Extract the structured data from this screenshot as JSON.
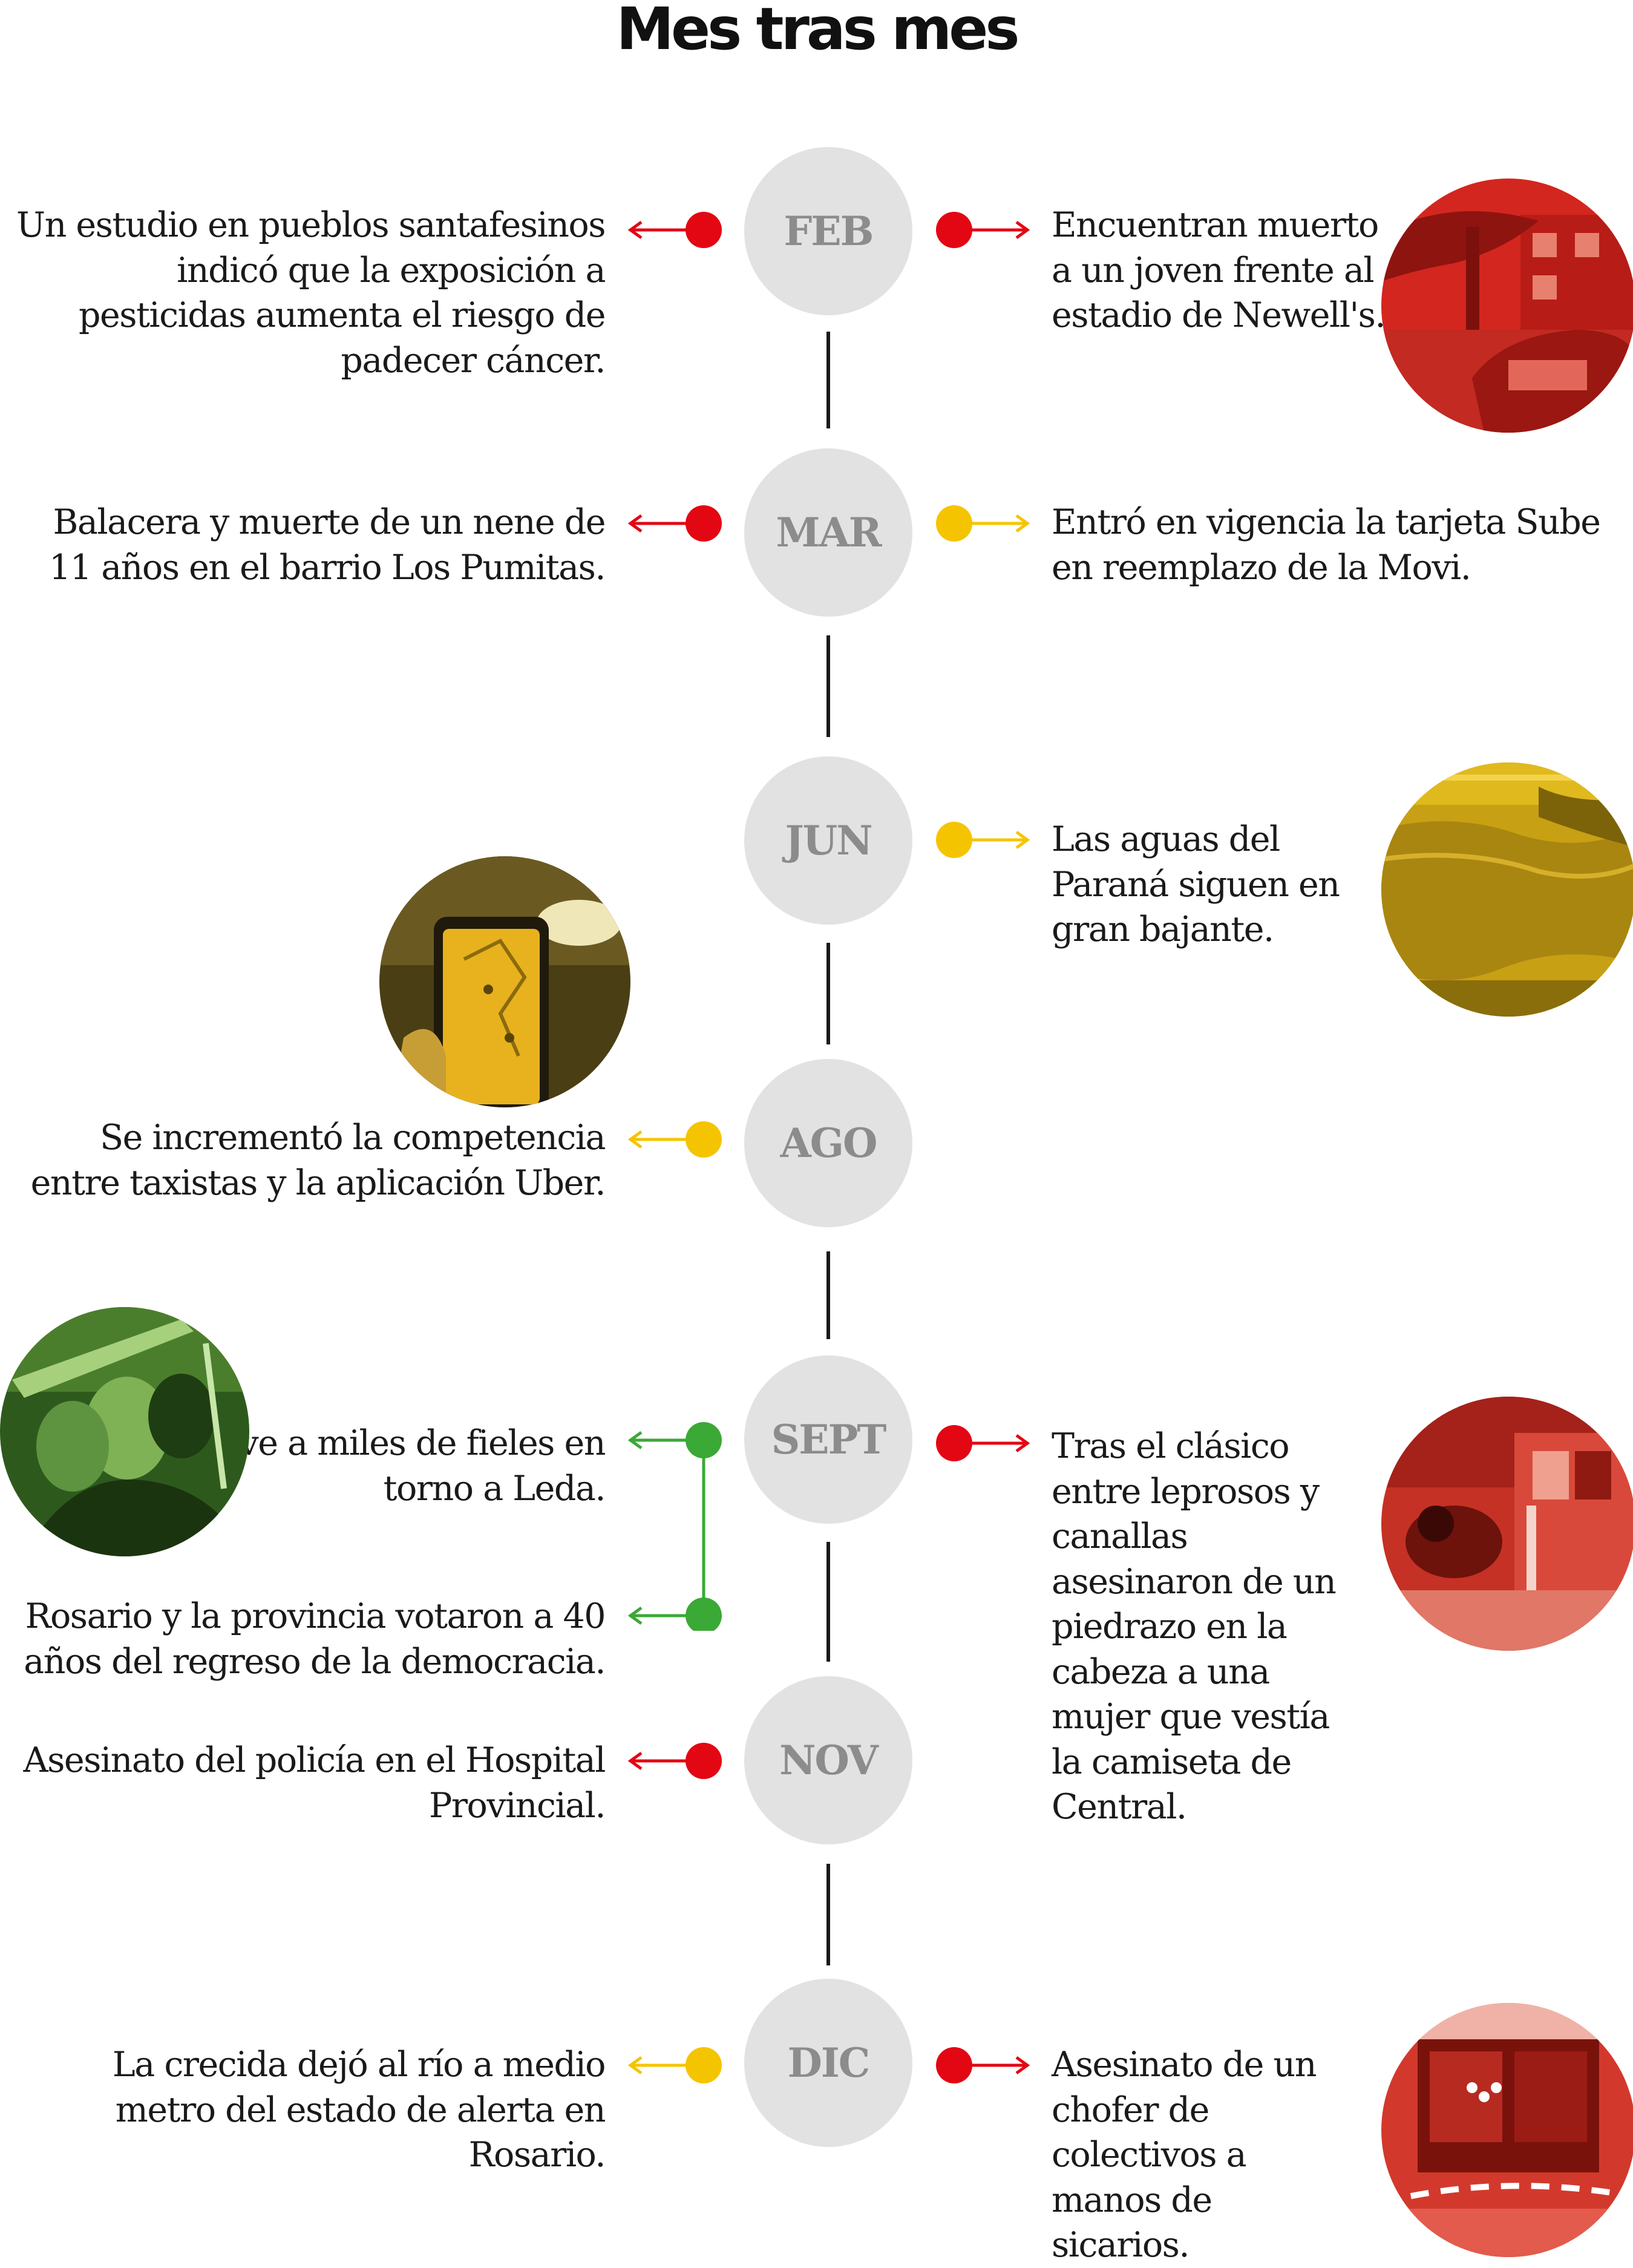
{
  "title": "Mes tras mes",
  "colors": {
    "red": "#e30613",
    "yellow": "#f5c400",
    "green": "#3aa935",
    "month_circle": "#e2e2e2",
    "month_text": "#8c8c8c",
    "spine": "#1a1a1a"
  },
  "months": [
    "FEB",
    "MAR",
    "JUN",
    "AGO",
    "SEPT",
    "NOV",
    "DIC"
  ],
  "events": {
    "feb_left": "Un estudio en pueblos santafesinos indicó que la exposición a pesticidas aumenta el riesgo de padecer cáncer.",
    "feb_right": "Encuentran muerto a un joven frente al estadio de Newell's.",
    "mar_left": "Balacera y muerte de un nene de 11 años en el barrio Los Pumitas.",
    "mar_right": "Entró en vigencia la tarjeta Sube en reemplazo de la Movi.",
    "jun_right": "Las aguas del Paraná siguen en gran bajante.",
    "ago_left": "Se incrementó la competencia entre taxistas y la aplicación Uber.",
    "sept_left_1": "La fe mueve a miles de fieles en torno a Leda.",
    "sept_left_2": "Rosario y la provincia votaron a 40 años del regreso de la democracia.",
    "sept_right": "Tras el clásico entre leprosos y canallas asesinaron de un piedrazo en la cabeza a una mujer que vestía la camiseta de Central.",
    "nov_left": "Asesinato del policía en el Hospital Provincial.",
    "dic_left": "La crecida dejó al río a medio metro del estado de alerta en Rosario.",
    "dic_right": "Asesinato de un chofer de colectivos a manos de sicarios."
  },
  "icons": [
    "arrow-dot-icon",
    "photo-street-car",
    "photo-river",
    "photo-phone-app",
    "photo-crowd",
    "photo-stadium",
    "photo-bus"
  ]
}
